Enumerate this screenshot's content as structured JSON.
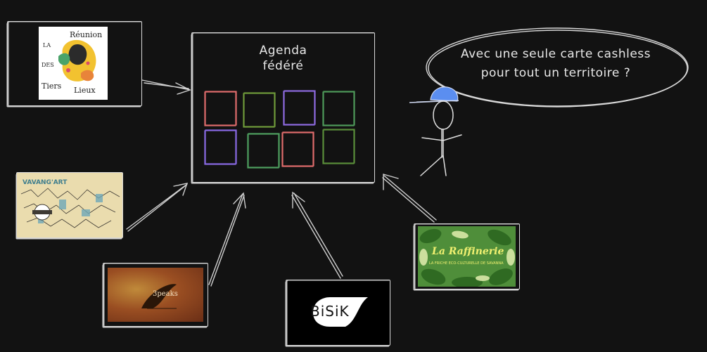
{
  "center": {
    "title_line1": "Agenda",
    "title_line2": "fédéré",
    "grid": [
      [
        "#e06c6c",
        "#6f9a3a",
        "#8e6be0",
        "#4f9a5a"
      ],
      [
        "#8a6be6",
        "#4fa060",
        "#e06c6c",
        "#5a8f3a"
      ]
    ]
  },
  "speech_bubble": {
    "line1": "Avec une seule carte cashless",
    "line2": "pour tout un territoire ?"
  },
  "logos": {
    "reunion_tiers_lieux": {
      "la": "LA",
      "reunion": "Réunion",
      "des": "DES",
      "tiers": "Tiers",
      "lieux": "Lieux"
    },
    "vavang_art": {
      "title": "VAVANG'ART"
    },
    "three_peaks": {
      "text": "3peaks"
    },
    "bisik": {
      "text": "BiSiK"
    },
    "la_raffinerie": {
      "title": "La Raffinerie",
      "subtitle": "LA FRICHE ECO-CULTURELLE DE SAVANNA"
    }
  },
  "person": {
    "cap_color": "#5b8ef0"
  }
}
